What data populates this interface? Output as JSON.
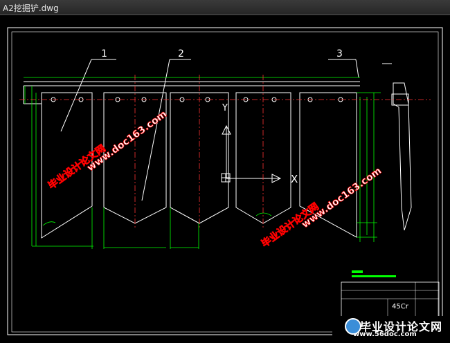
{
  "window": {
    "title": "A2挖掘铲.dwg"
  },
  "drawing": {
    "callouts": [
      "1",
      "2",
      "3"
    ],
    "axis_y": "Y",
    "axis_x": "X",
    "material": "45Cr"
  },
  "watermarks": {
    "site_cn": "毕业设计论文网",
    "site_url": "www.doc163.com",
    "footer_cn": "毕业设计论文网",
    "footer_url": "www.56doc.com"
  },
  "colors": {
    "background": "#000000",
    "outline": "#ffffff",
    "dimension": "#00ff00",
    "centerline": "#ff3333",
    "watermark_fill": "#ffffff",
    "watermark_stroke": "#ff0000"
  }
}
